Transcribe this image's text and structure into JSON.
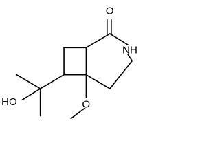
{
  "structure": {
    "atoms": {
      "carbonyl_oxygen": "O",
      "ring_nitrogen": "NH",
      "hydroxyl": "HO",
      "methoxy_oxygen": "O"
    }
  }
}
